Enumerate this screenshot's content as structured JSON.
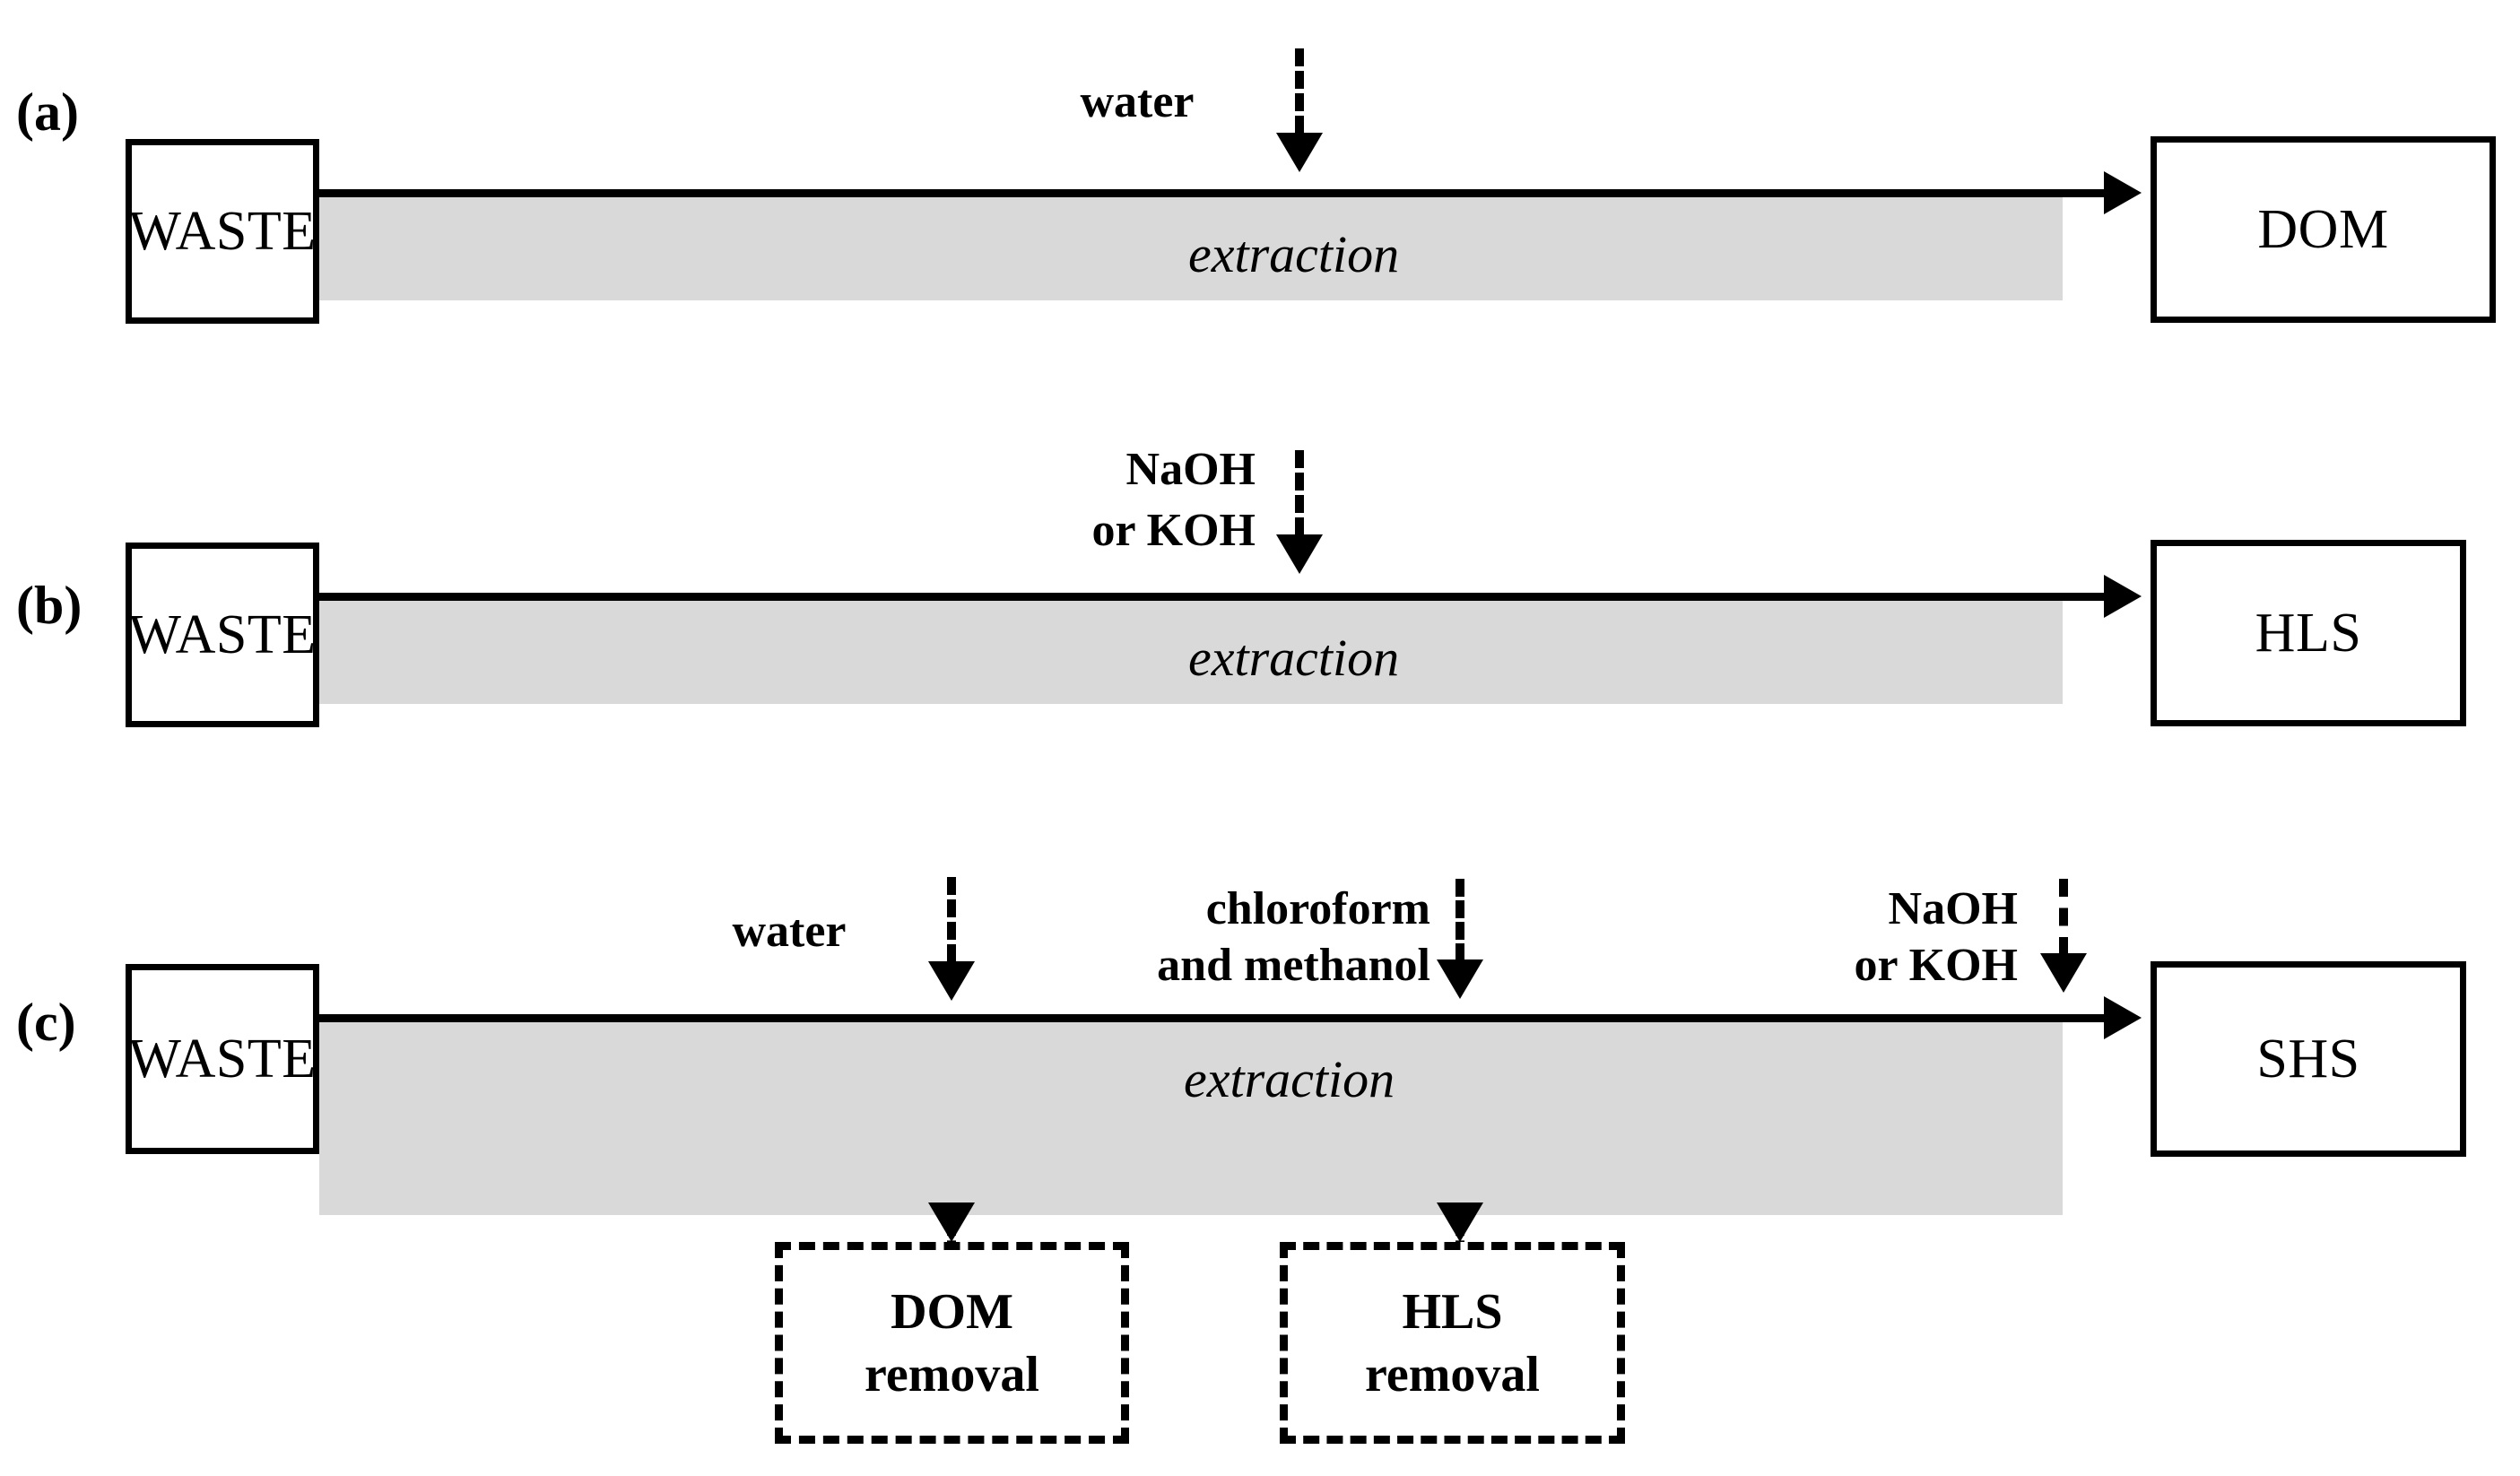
{
  "figure": {
    "type": "process-flow-diagram",
    "background_color": "#ffffff",
    "bar_color": "#d9d9d9",
    "line_color": "#000000"
  },
  "panels": [
    {
      "letter": "(a)",
      "source_box": "WASTE",
      "process_label": "extraction",
      "product_box": "DOM",
      "reagents": [
        {
          "label": "water"
        }
      ],
      "removal_boxes": []
    },
    {
      "letter": "(b)",
      "source_box": "WASTE",
      "process_label": "extraction",
      "product_box": "HLS",
      "reagents": [
        {
          "label_line1": "NaOH",
          "label_line2": "or KOH"
        }
      ],
      "removal_boxes": []
    },
    {
      "letter": "(c)",
      "source_box": "WASTE",
      "process_label": "extraction",
      "product_box": "SHS",
      "reagents": [
        {
          "label": "water"
        },
        {
          "label_line1": "chloroform",
          "label_line2": "and methanol"
        },
        {
          "label_line1": "NaOH",
          "label_line2": "or KOH"
        }
      ],
      "removal_boxes": [
        {
          "line1": "DOM",
          "line2": "removal"
        },
        {
          "line1": "HLS",
          "line2": "removal"
        }
      ]
    }
  ]
}
